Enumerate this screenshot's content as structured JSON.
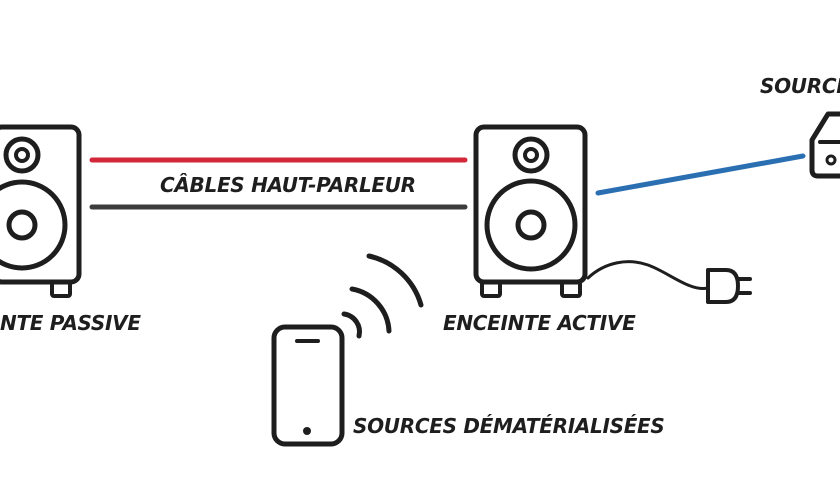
{
  "labels": {
    "passive_speaker": "NTE PASSIVE",
    "active_speaker": "ENCEINTE ACTIVE",
    "speaker_cables": "CÂBLES HAUT-PARLEUR",
    "source_top_right": "SOURCE",
    "dematerialized_sources": "SOURCES DÉMATÉRIALISÉES"
  },
  "icons": {
    "passive_speaker": "speaker-icon",
    "active_speaker": "speaker-icon",
    "smartphone": "smartphone-icon",
    "wireless": "wireless-signal-icon",
    "power_plug": "power-plug-icon",
    "source_device": "source-device-icon"
  },
  "colors": {
    "outline": "#1e1e1e",
    "red_cable": "#d3283a",
    "black_cable": "#3c3c3c",
    "blue_cable": "#2b6fb3"
  }
}
